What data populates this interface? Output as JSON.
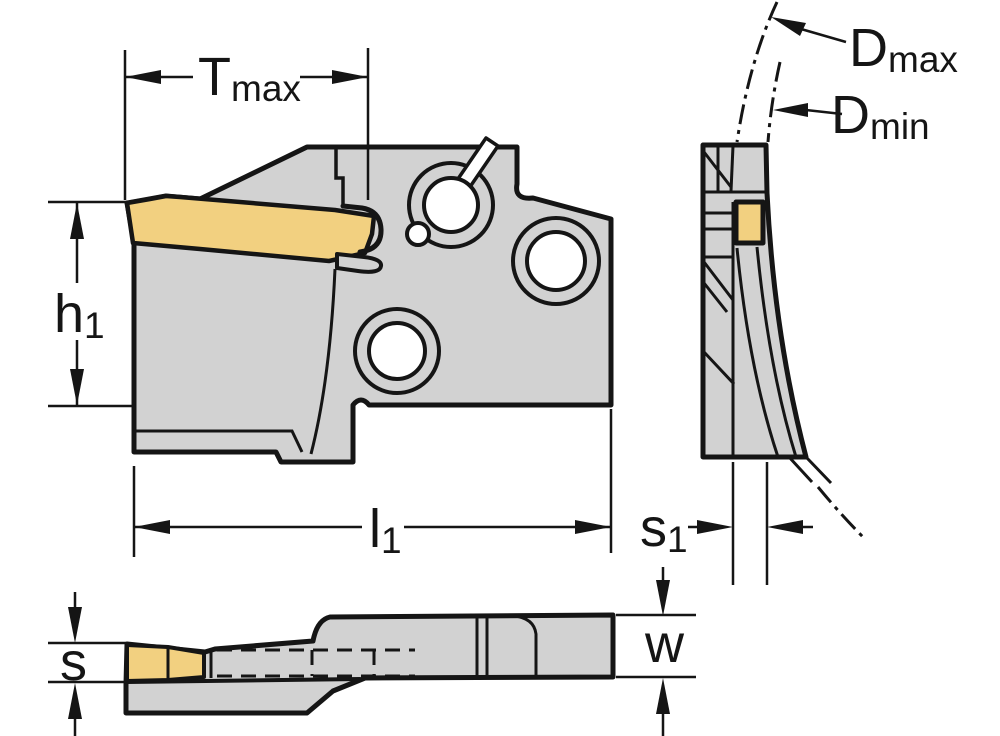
{
  "colors": {
    "background": "#FFFFFF",
    "body_gray": "#D2D2D2",
    "insert_yellow": "#F2D080",
    "line": "#151515",
    "hole_white": "#FFFFFF"
  },
  "labels": {
    "t_max": {
      "base": "T",
      "sub": "max"
    },
    "h1": {
      "base": "h",
      "sub": "1"
    },
    "l1": {
      "base": "l",
      "sub": "1"
    },
    "s1": {
      "base": "s",
      "sub": "1"
    },
    "s": {
      "base": "s"
    },
    "w": {
      "base": "w"
    },
    "d_max": {
      "base": "D",
      "sub": "max"
    },
    "d_min": {
      "base": "D",
      "sub": "min"
    }
  }
}
